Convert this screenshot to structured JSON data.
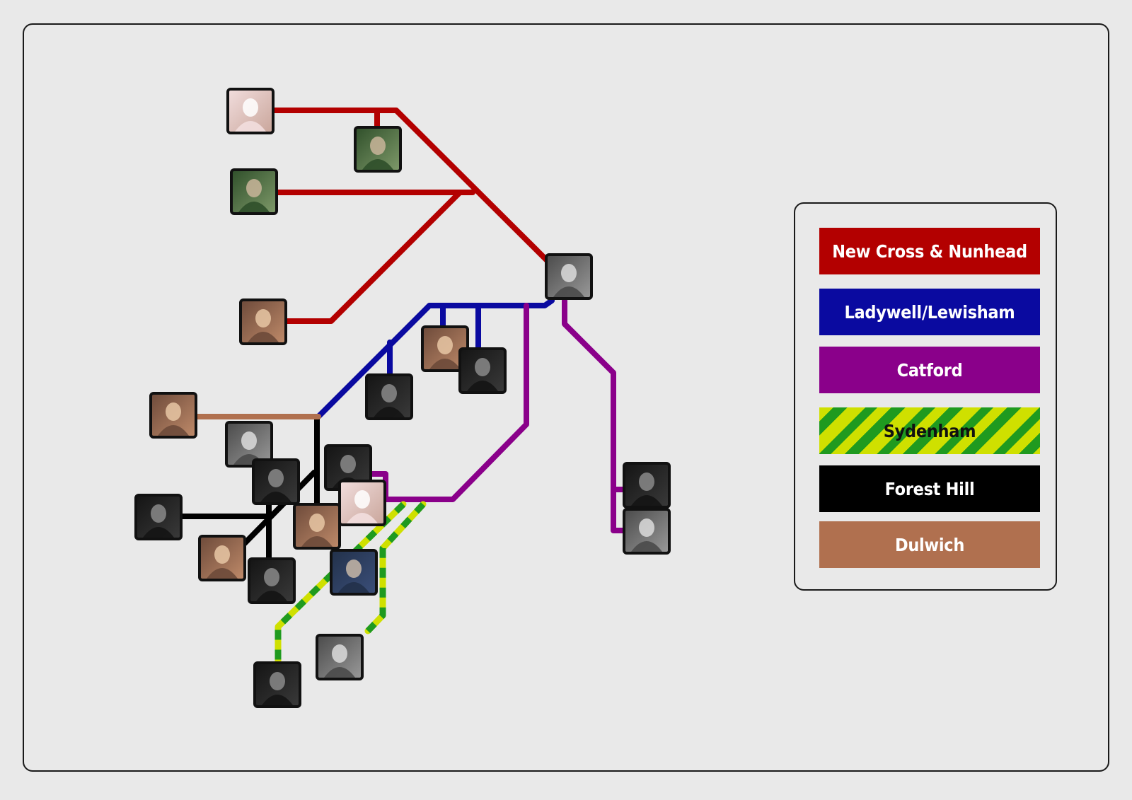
{
  "legend": {
    "items": [
      {
        "label": "New Cross & Nunhead",
        "color": "#b30000",
        "text_color": "#ffffff"
      },
      {
        "label": "Ladywell/Lewisham",
        "color": "#0a0aa0",
        "text_color": "#ffffff"
      },
      {
        "label": "Catford",
        "color": "#8a008a",
        "text_color": "#ffffff"
      },
      {
        "label": "Sydenham",
        "color": "#cfe000",
        "stripe_color": "#1f9a1f",
        "text_color": "#111111"
      },
      {
        "label": "Forest Hill",
        "color": "#000000",
        "text_color": "#ffffff"
      },
      {
        "label": "Dulwich",
        "color": "#b0704f",
        "text_color": "#ffffff"
      }
    ]
  },
  "lines": [
    {
      "id": "new-cross-nunhead",
      "color": "#b30000"
    },
    {
      "id": "ladywell-lewisham",
      "color": "#0a0aa0"
    },
    {
      "id": "catford",
      "color": "#8a008a"
    },
    {
      "id": "sydenham",
      "color": "#cfe000",
      "dash_color": "#1f9a1f"
    },
    {
      "id": "forest-hill",
      "color": "#000000"
    },
    {
      "id": "dulwich",
      "color": "#b0704f"
    }
  ],
  "stations": [
    {
      "id": "person-photo-1",
      "tone": "light"
    },
    {
      "id": "person-photo-2",
      "tone": "green"
    },
    {
      "id": "person-photo-3",
      "tone": "green"
    },
    {
      "id": "person-photo-4",
      "tone": "warm"
    },
    {
      "id": "person-photo-5",
      "tone": "gray"
    },
    {
      "id": "person-photo-6",
      "tone": "warm"
    },
    {
      "id": "person-photo-7",
      "tone": "dark"
    },
    {
      "id": "person-photo-8",
      "tone": "dark"
    },
    {
      "id": "person-photo-9",
      "tone": "warm"
    },
    {
      "id": "person-photo-10",
      "tone": "gray"
    },
    {
      "id": "person-photo-11",
      "tone": "dark"
    },
    {
      "id": "person-photo-12",
      "tone": "dark"
    },
    {
      "id": "person-photo-13",
      "tone": "dark"
    },
    {
      "id": "person-photo-14",
      "tone": "light"
    },
    {
      "id": "person-photo-15",
      "tone": "warm"
    },
    {
      "id": "person-photo-16",
      "tone": "warm"
    },
    {
      "id": "person-photo-17",
      "tone": "dark"
    },
    {
      "id": "person-photo-18",
      "tone": "blue"
    },
    {
      "id": "person-photo-19",
      "tone": "gray"
    },
    {
      "id": "person-photo-20",
      "tone": "dark"
    },
    {
      "id": "person-photo-21",
      "tone": "dark"
    },
    {
      "id": "person-photo-22",
      "tone": "gray"
    },
    {
      "id": "person-photo-23",
      "tone": "gray"
    }
  ]
}
